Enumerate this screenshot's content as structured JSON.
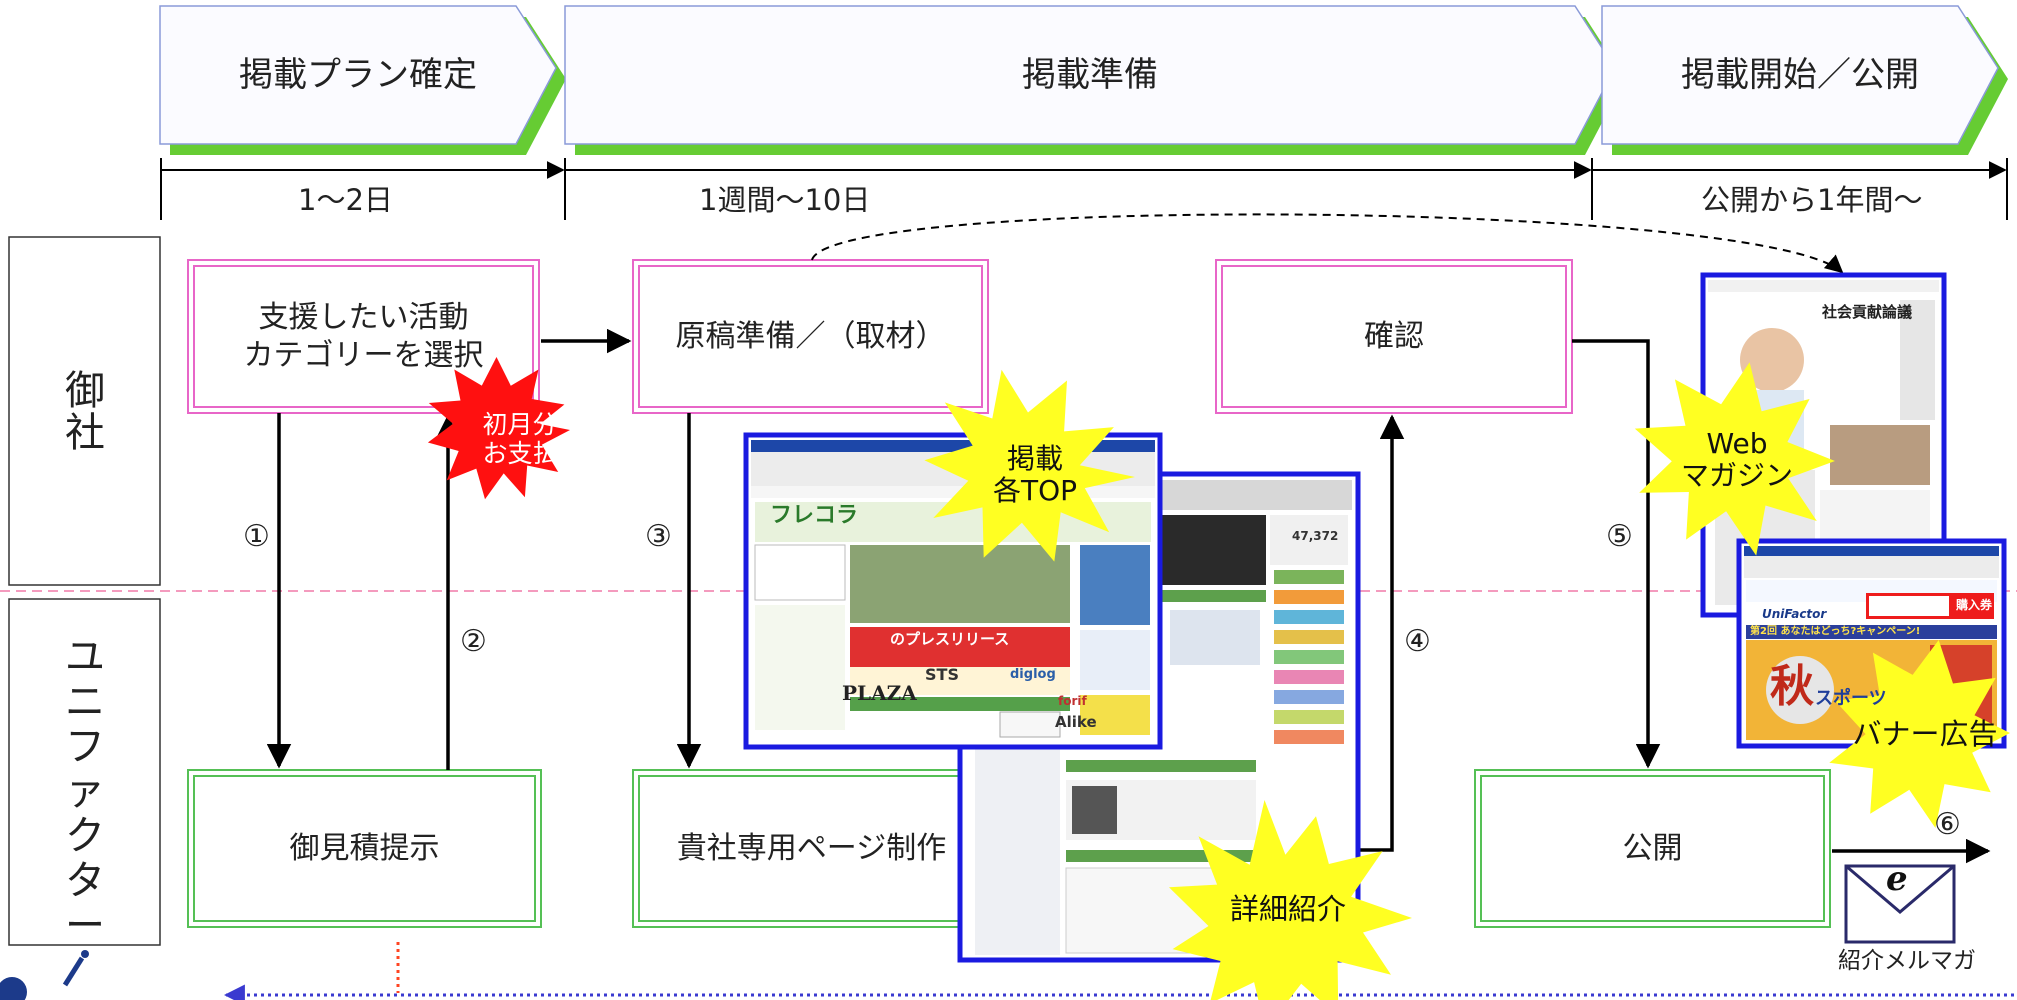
{
  "phases": [
    {
      "label": "掲載プラン確定",
      "duration": "1〜2日"
    },
    {
      "label": "掲載準備",
      "duration": "1週間〜10日"
    },
    {
      "label": "掲載開始／公開",
      "duration": "公開から1年間〜"
    }
  ],
  "rows": {
    "client": "御社",
    "unifactor": "ユニファクター"
  },
  "client_boxes": {
    "select": "支援したい活動\nカテゴリーを選択",
    "manuscript": "原稿準備／（取材）",
    "confirm": "確認"
  },
  "vendor_boxes": {
    "estimate": "御見積提示",
    "page": "貴社専用ページ制作",
    "publish": "公開"
  },
  "steps": [
    "①",
    "②",
    "③",
    "④",
    "⑤",
    "⑥"
  ],
  "callouts": {
    "payment": "初月分\nお支払",
    "top": "掲載\n各TOP",
    "detail": "詳細紹介",
    "webmag": "Web\nマガジン",
    "banner": "バナー広告"
  },
  "mail_label": "紹介メルマガ",
  "mail_letter": "e",
  "screenshot_text": {
    "frecora_logo": "フレコラ",
    "plaza": "PLAZA",
    "sts": "STS",
    "diglog": "diglog",
    "alike": "Alike",
    "forif": "forif",
    "press_release": "のプレスリリース",
    "magazine_title": "社会貢献論議",
    "unifactor": "UniFactor",
    "purchase": "購入券",
    "campaign": "第2回 あなたはどっち?キャンペーン!",
    "autumn": "秋",
    "sports": "スポーツ",
    "counter": "47,372"
  },
  "colors": {
    "phase_shadow": "#66cc33",
    "client_box_border": "#e866c8",
    "vendor_box_border": "#55c055",
    "screenshot_border": "#1a1ae0",
    "divider": "#f07aa8",
    "red_burst": "#ff1010",
    "yellow_burst": "#ffff22",
    "bottom_arrow": "#3a3ad0"
  }
}
